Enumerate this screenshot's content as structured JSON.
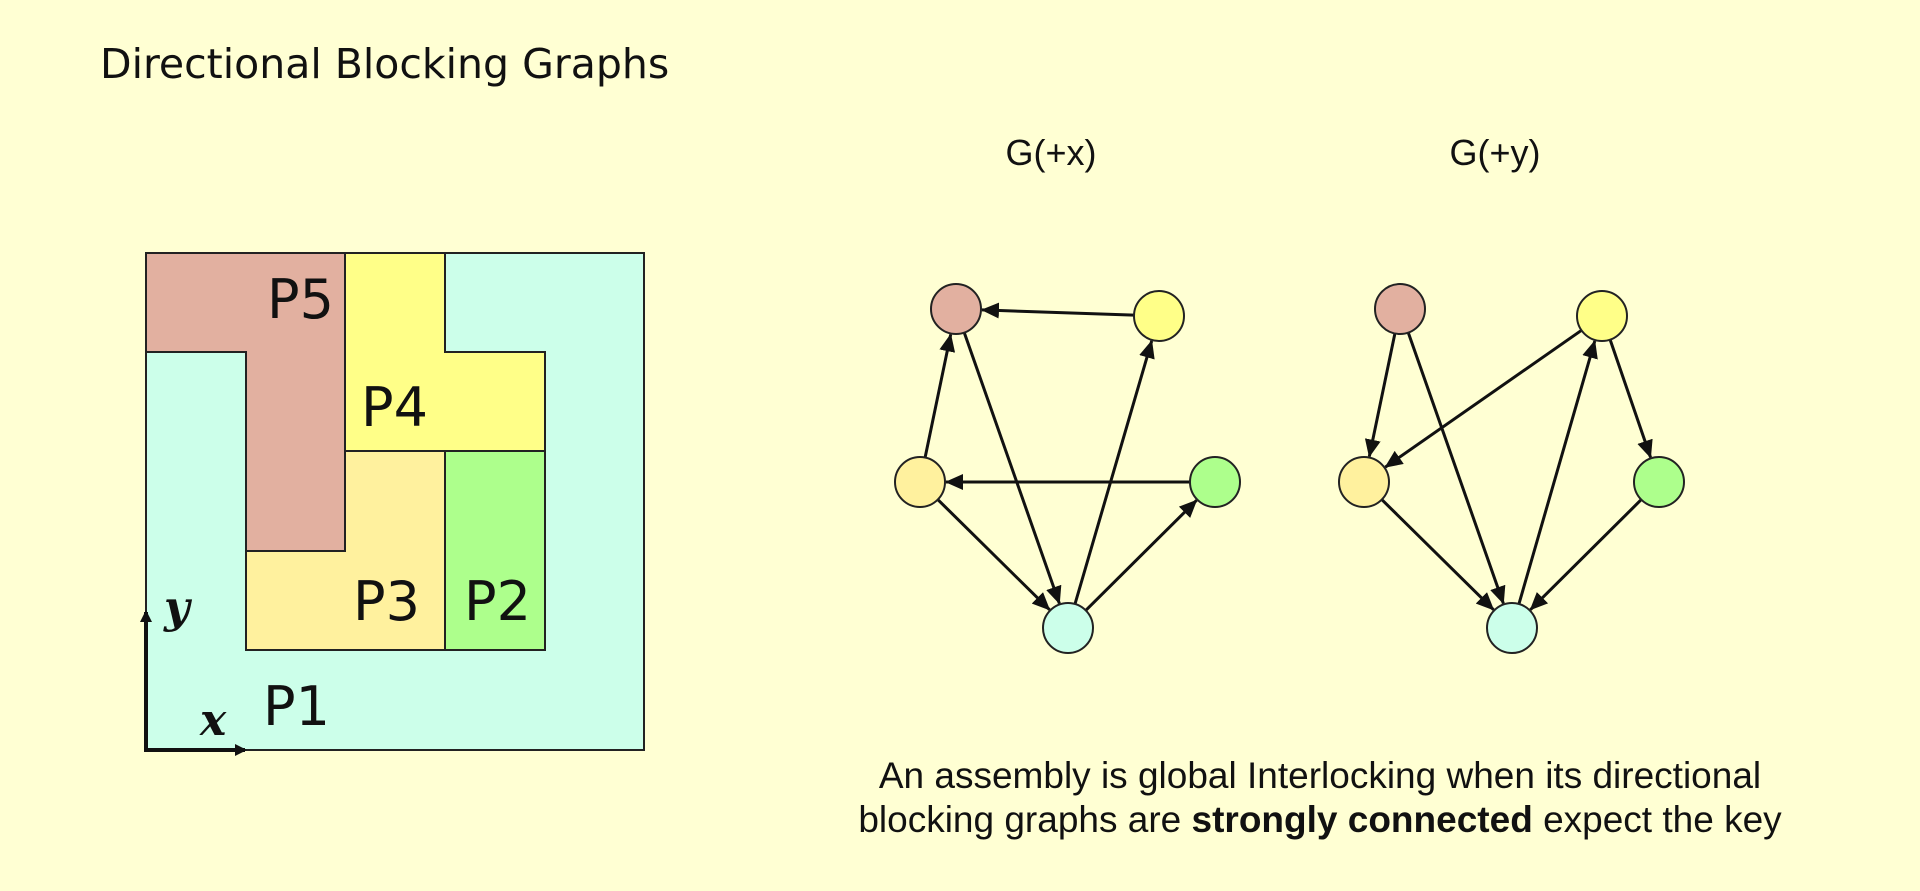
{
  "title": "Directional Blocking Graphs",
  "parts": [
    {
      "id": "P1",
      "label": "P1",
      "color": "#ccffea"
    },
    {
      "id": "P2",
      "label": "P2",
      "color": "#adff8c"
    },
    {
      "id": "P3",
      "label": "P3",
      "color": "#fff19e"
    },
    {
      "id": "P4",
      "label": "P4",
      "color": "#ffff88"
    },
    {
      "id": "P5",
      "label": "P5",
      "color": "#e2b0a0"
    }
  ],
  "axes": {
    "x": "x",
    "y": "y"
  },
  "graphs": [
    {
      "label": "G(+x)",
      "edges": [
        [
          "P4",
          "P5"
        ],
        [
          "P3",
          "P5"
        ],
        [
          "P5",
          "P1"
        ],
        [
          "P2",
          "P3"
        ],
        [
          "P3",
          "P1"
        ],
        [
          "P1",
          "P4"
        ],
        [
          "P1",
          "P2"
        ]
      ]
    },
    {
      "label": "G(+y)",
      "edges": [
        [
          "P5",
          "P3"
        ],
        [
          "P5",
          "P1"
        ],
        [
          "P4",
          "P3"
        ],
        [
          "P4",
          "P2"
        ],
        [
          "P1",
          "P4"
        ],
        [
          "P3",
          "P1"
        ],
        [
          "P2",
          "P1"
        ]
      ]
    }
  ],
  "caption": {
    "line1": "An assembly is global Interlocking when its directional",
    "line2_before": "blocking graphs are ",
    "line2_bold": "strongly connected",
    "line2_after": " expect the key"
  }
}
